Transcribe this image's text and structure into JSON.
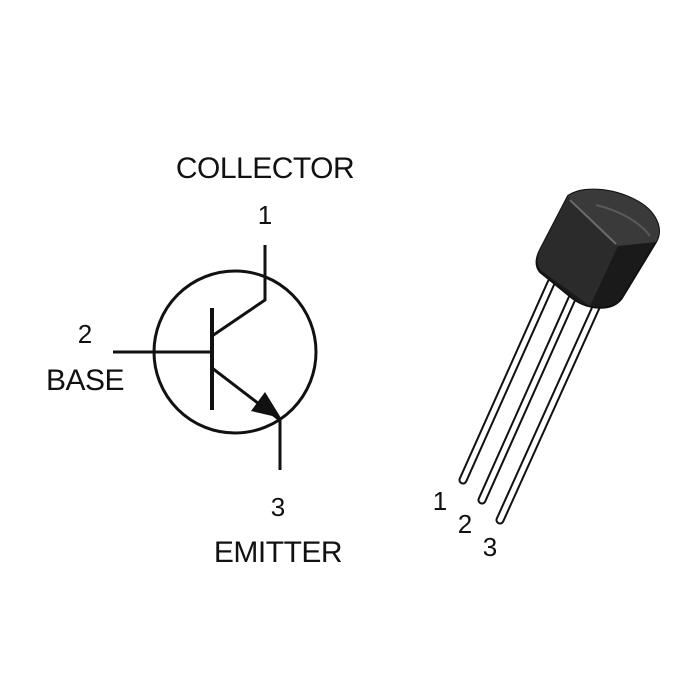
{
  "schematic": {
    "collector_label": "COLLECTOR",
    "collector_pin": "1",
    "base_pin": "2",
    "base_label": "BASE",
    "emitter_pin": "3",
    "emitter_label": "EMITTER"
  },
  "package": {
    "pin_labels": [
      "1",
      "2",
      "3"
    ]
  },
  "colors": {
    "ink": "#111111",
    "body_dark": "#1a1a1a",
    "body_face": "#2b2b2b",
    "body_top": "#3a3a3a",
    "lead": "#ffffff"
  }
}
